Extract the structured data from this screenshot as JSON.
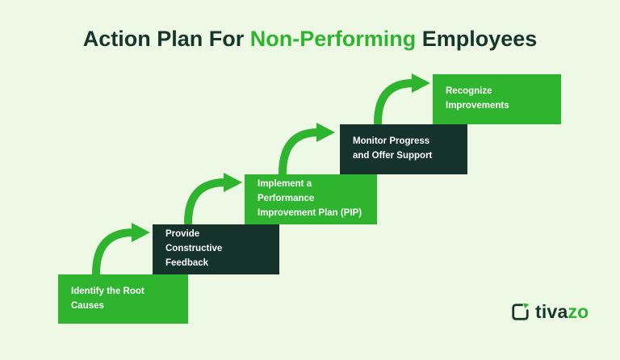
{
  "title": {
    "part1": "Action Plan For ",
    "highlight": "Non-Performing",
    "part2": " Employees"
  },
  "steps": [
    {
      "label": "Identify the Root\nCauses",
      "variant": "green"
    },
    {
      "label": "Provide\nConstructive\nFeedback",
      "variant": "dark"
    },
    {
      "label": "Implement a\nPerformance\nImprovement Plan (PIP)",
      "variant": "green"
    },
    {
      "label": "Monitor Progress\nand Offer Support",
      "variant": "dark"
    },
    {
      "label": "Recognize\nImprovements",
      "variant": "green"
    }
  ],
  "logo": {
    "brand_prefix": "tiva",
    "brand_suffix": "zo"
  },
  "colors": {
    "background": "#edf9e4",
    "accent_green": "#2eb42e",
    "dark_green": "#15332a",
    "step_text": "#ffffff",
    "title_dark": "#17352b"
  }
}
